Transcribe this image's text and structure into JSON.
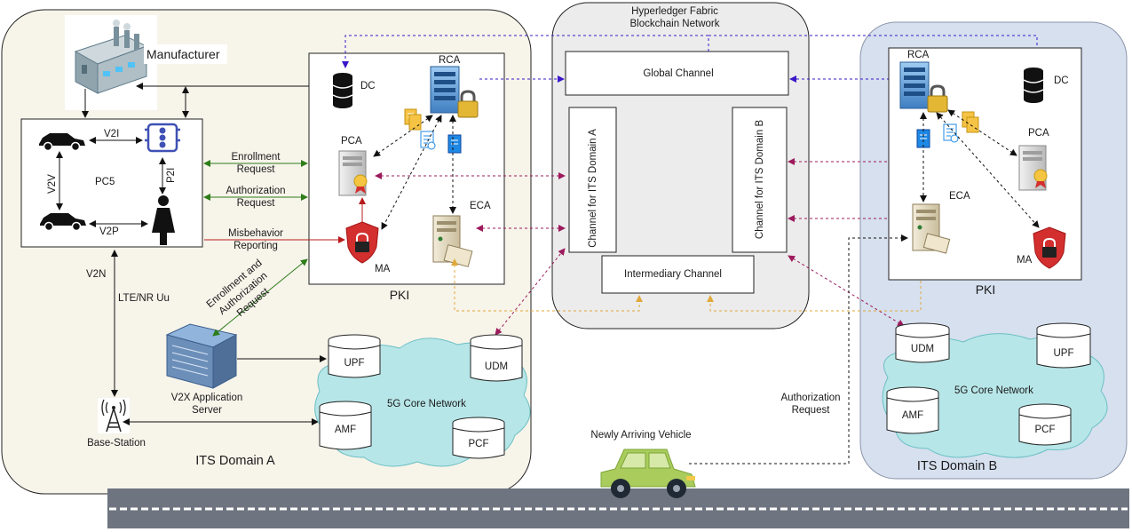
{
  "colors": {
    "domain_a_bg": "#f7f4ea",
    "domain_b_bg": "#d6e0ef",
    "blockchain_bg": "#ececec",
    "cloud": "#b7e6e8",
    "enroll_green": "#2e7d1a",
    "misbehavior_red": "#b71c1c",
    "blockchain_blue": "#3b17c9",
    "crosslink_purple": "#9c1a5c",
    "orange": "#e0a93b",
    "road": "#6e7580",
    "vehicle_green": "#a9cc5c"
  },
  "domains": {
    "a": {
      "title": "ITS Domain A"
    },
    "b": {
      "title": "ITS Domain B"
    },
    "blockchain": {
      "title_line1": "Hyperledger Fabric",
      "title_line2": "Blockchain Network"
    }
  },
  "manufacturer": {
    "label": "Manufacturer"
  },
  "pc5": {
    "label": "PC5",
    "v2i": "V2I",
    "v2v": "V2V",
    "v2p": "V2P",
    "p2i": "P2I"
  },
  "links": {
    "v2n": "V2N",
    "lte": "LTE/NR Uu",
    "enrollment_l1": "Enrollment",
    "enrollment_l2": "Request",
    "authorization_l1": "Authorization",
    "authorization_l2": "Request",
    "misbehavior_l1": "Misbehavior",
    "misbehavior_l2": "Reporting",
    "enroll_auth_l1": "Enrollment and",
    "enroll_auth_l2": "Authorization",
    "enroll_auth_l3": "Request",
    "auth_b_l1": "Authorization",
    "auth_b_l2": "Request"
  },
  "pki_a": {
    "title": "PKI",
    "rca": "RCA",
    "dc": "DC",
    "pca": "PCA",
    "eca": "ECA",
    "ma": "MA"
  },
  "pki_b": {
    "title": "PKI",
    "rca": "RCA",
    "dc": "DC",
    "pca": "PCA",
    "eca": "ECA",
    "ma": "MA"
  },
  "channels": {
    "global": "Global Channel",
    "its_a": "Channel for ITS Domain A",
    "its_b": "Channel for ITS Domain B",
    "intermediary": "Intermediary Channel"
  },
  "core_a": {
    "title": "5G Core Network",
    "upf": "UPF",
    "udm": "UDM",
    "amf": "AMF",
    "pcf": "PCF"
  },
  "core_b": {
    "title": "5G Core Network",
    "upf": "UPF",
    "udm": "UDM",
    "amf": "AMF",
    "pcf": "PCF"
  },
  "v2x_server": {
    "line1": "V2X Application",
    "line2": "Server"
  },
  "base_station": {
    "label": "Base-Station"
  },
  "vehicle": {
    "label": "Newly Arriving Vehicle"
  }
}
